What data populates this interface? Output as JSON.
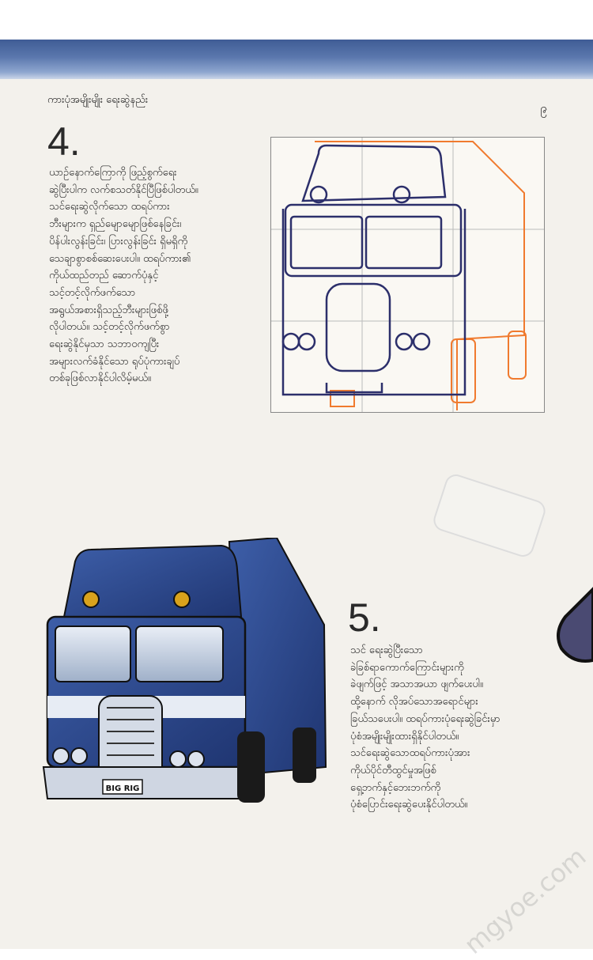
{
  "header": {
    "title": "ကားပုံအမျိုးမျိုး ရေးဆွဲနည်း",
    "page_number": "၉"
  },
  "steps": [
    {
      "number": "4.",
      "lines": [
        "ယာဉ်နောက်ကြောကို ဖြည့်စွက်ရေး",
        "ဆွဲပြီးပါက လက်စသတ်နိုင်ပြီဖြစ်ပါတယ်။",
        "သင်ရေးဆွဲလိုက်သော ထရပ်ကား",
        "ဘီးများက ရှည်မျောမျောဖြစ်နေခြင်း၊",
        "ပိန်ပါးလွန်းခြင်း၊ ပြားလွန်းခြင်း ရှိမရှိကို",
        "သေချာစွာစစ်ဆေးပေးပါ။ ထရပ်ကား၏",
        "ကိုယ်ထည်တည် ဆောက်ပုံနှင့်",
        "သင့်တင့်လိုက်ဖက်သော",
        "အရွယ်အစားရှိသည့်ဘီးများဖြစ်ဖို့",
        "လိုပါတယ်။ သင့်တင့်လိုက်ဖက်စွာ",
        "ရေးဆွဲနိုင်မှသာ သဘာဝကျပြီး",
        "အများလက်ခံနိုင်သော ရုပ်ပုံကားချပ်",
        "တစ်ခုဖြစ်လာနိုင်ပါလိမ့်မယ်။"
      ]
    },
    {
      "number": "5.",
      "lines": [
        "သင် ရေးဆွဲပြီးသော",
        "ခဲခြစ်ရာကောက်ကြောင်းများကို",
        "ခဲဖျက်ဖြင့် အသာအယာ ဖျက်ပေးပါ။",
        "ထို့နောက် လိုအပ်သောအရောင်များ",
        "ခြယ်သပေးပါ။ ထရပ်ကားပုံရေးဆွဲခြင်းမှာ",
        "ပုံစံအမျိုးမျိုးထားရှိနိုင်ပါတယ်။",
        "သင်ရေးဆွဲသောထရပ်ကားပုံအား",
        "ကိုယ်ပိုင်တီထွင်မှုအဖြစ်",
        "ရှေ့ဘက်နှင့်ဘေးဘက်ကို",
        "ပုံစံပြောင်းရေးဆွဲပေးနိုင်ပါတယ်။"
      ]
    }
  ],
  "illustration": {
    "plate": "BIG RIG"
  },
  "watermark": "mgyoe.com",
  "colors": {
    "sketch_navy": "#2c2f6b",
    "sketch_orange": "#f07a2e",
    "truck_blue": "#2d4a8c"
  }
}
